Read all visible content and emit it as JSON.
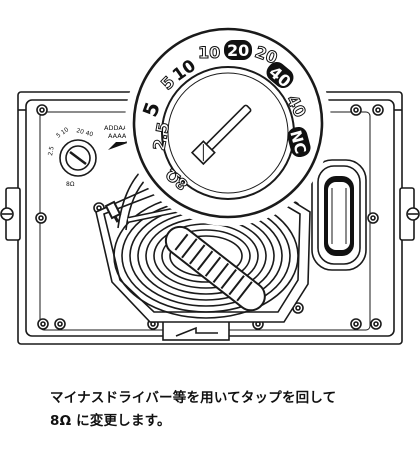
{
  "caption": {
    "line1": "マイナスドライバー等を用いてタップを回して",
    "line2": "8Ω に変更します。"
  },
  "selector_dial": {
    "labels": {
      "l2_5": "2.5",
      "l5": "5",
      "l10a": "10",
      "l10b": "10",
      "l20a": "20",
      "l20b": "20",
      "l40a": "40",
      "l40b": "40",
      "nc": "NC",
      "ohm8": "8Ω"
    }
  },
  "small_dial": {
    "labels": {
      "l2_5": "2.5",
      "l5_10": "5 10",
      "l20_40": "20 40",
      "ohm8": "8Ω"
    }
  },
  "side_label": {
    "line1": "ADDAAD",
    "line2": "AAAA"
  },
  "colors": {
    "outline": "#1a1a1a",
    "highlight_fill": "#111111",
    "highlight_text": "#ffffff",
    "background": "#ffffff"
  }
}
